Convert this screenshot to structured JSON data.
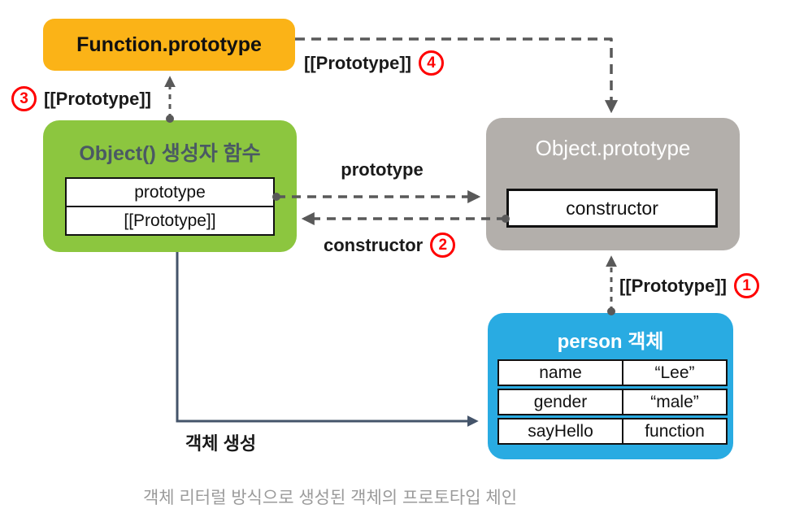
{
  "diagram": {
    "caption": "객체 리터럴 방식으로 생성된 객체의 프로토타입 체인",
    "boxes": {
      "function_prototype": {
        "title": "Function.prototype"
      },
      "object_constructor": {
        "title": "Object() 생성자 함수",
        "rows": [
          "prototype",
          "[[Prototype]]"
        ]
      },
      "object_prototype": {
        "title": "Object.prototype",
        "rows": [
          "constructor"
        ]
      },
      "person": {
        "title": "person 객체",
        "rows": [
          {
            "key": "name",
            "value": "“Lee”"
          },
          {
            "key": "gender",
            "value": "“male”"
          },
          {
            "key": "sayHello",
            "value": "function"
          }
        ]
      }
    },
    "labels": {
      "proto1": "[[Prototype]]",
      "proto3": "[[Prototype]]",
      "proto4": "[[Prototype]]",
      "prototype": "prototype",
      "constructor": "constructor",
      "create": "객체 생성"
    },
    "numbers": {
      "n1": "1",
      "n2": "2",
      "n3": "3",
      "n4": "4"
    },
    "colors": {
      "orange_box": "#FBB317",
      "green_box": "#8CC63F",
      "gray_box": "#B3AFAB",
      "blue_box": "#29ABE2",
      "red_badge": "#FF0000",
      "dashed_line": "#595959",
      "solid_arrow": "#44546A",
      "green_title_text": "#4A5964",
      "caption_text": "#9B9B9B"
    }
  }
}
